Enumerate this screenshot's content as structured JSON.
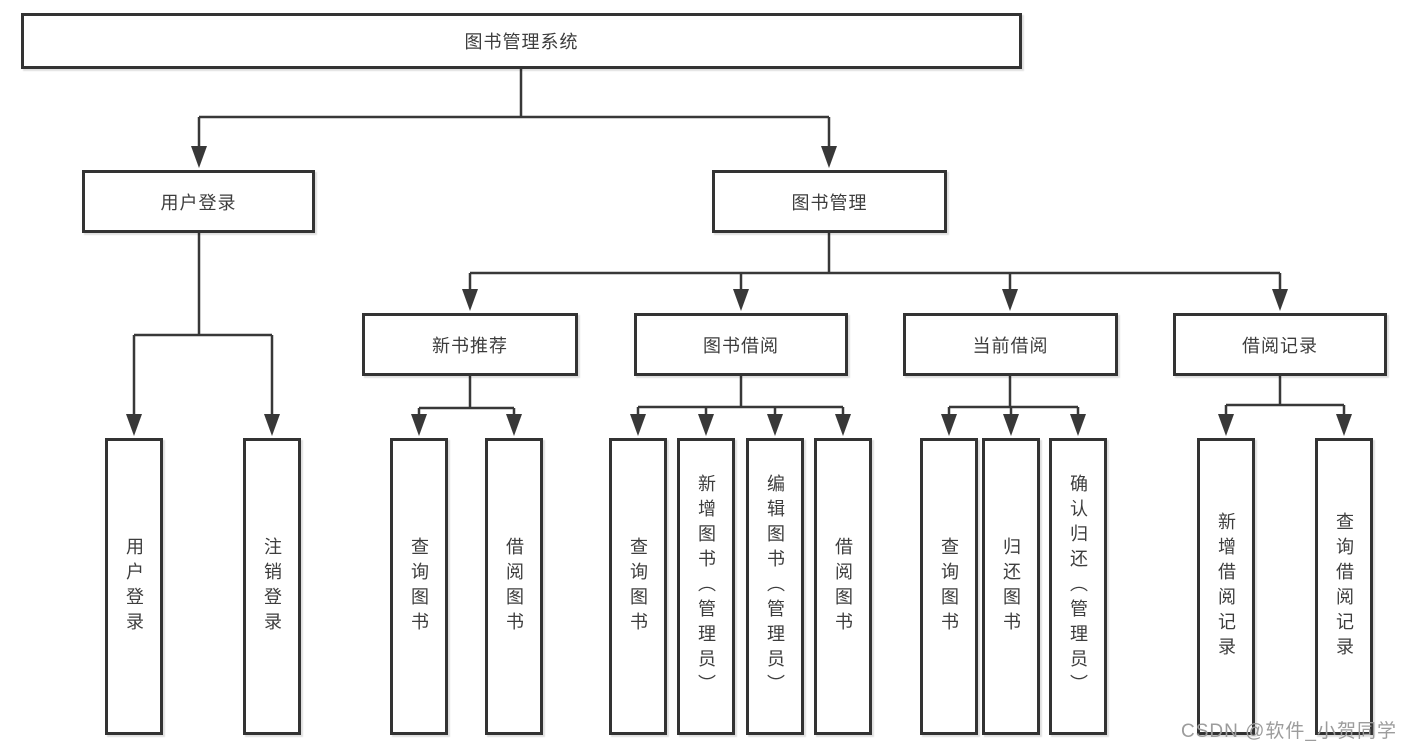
{
  "tree": {
    "root": {
      "label": "图书管理系统",
      "children": [
        {
          "label": "用户登录",
          "children": [
            {
              "label": "用户登录"
            },
            {
              "label": "注销登录"
            }
          ]
        },
        {
          "label": "图书管理",
          "children": [
            {
              "label": "新书推荐",
              "children": [
                {
                  "label": "查询图书"
                },
                {
                  "label": "借阅图书"
                }
              ]
            },
            {
              "label": "图书借阅",
              "children": [
                {
                  "label": "查询图书"
                },
                {
                  "label": "新增图书（管理员）"
                },
                {
                  "label": "编辑图书（管理员）"
                },
                {
                  "label": "借阅图书"
                }
              ]
            },
            {
              "label": "当前借阅",
              "children": [
                {
                  "label": "查询图书"
                },
                {
                  "label": "归还图书"
                },
                {
                  "label": "确认归还（管理员）"
                }
              ]
            },
            {
              "label": "借阅记录",
              "children": [
                {
                  "label": "新增借阅记录"
                },
                {
                  "label": "查询借阅记录"
                }
              ]
            }
          ]
        }
      ]
    }
  },
  "watermark": "CSDN @软件_小贺同学",
  "colors": {
    "line": "#383838",
    "box_border": "#333333",
    "text": "#3d3d3d",
    "background": "#ffffff",
    "watermark": "#9c9c9c"
  }
}
